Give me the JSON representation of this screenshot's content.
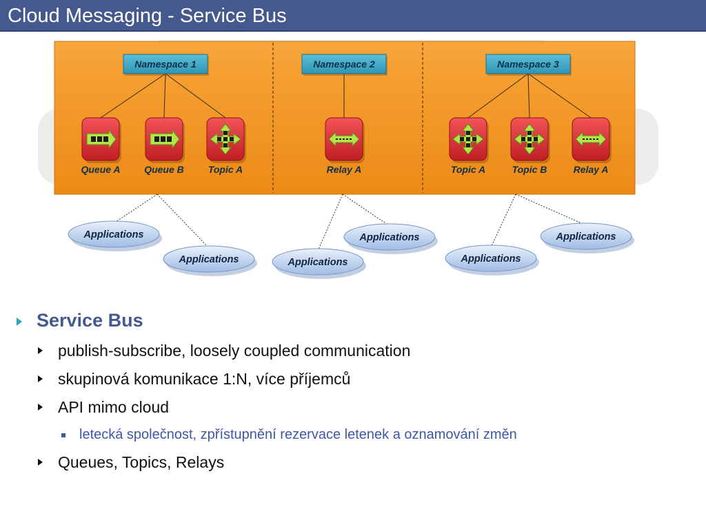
{
  "slide": {
    "title": "Cloud Messaging - Service Bus"
  },
  "diagram": {
    "namespaces": [
      {
        "label": "Namespace 1",
        "entities": [
          {
            "label": "Queue A",
            "kind": "queue"
          },
          {
            "label": "Queue B",
            "kind": "queue"
          },
          {
            "label": "Topic A",
            "kind": "topic"
          }
        ]
      },
      {
        "label": "Namespace 2",
        "entities": [
          {
            "label": "Relay A",
            "kind": "relay"
          }
        ]
      },
      {
        "label": "Namespace 3",
        "entities": [
          {
            "label": "Topic A",
            "kind": "topic"
          },
          {
            "label": "Topic B",
            "kind": "topic"
          },
          {
            "label": "Relay A",
            "kind": "relay"
          }
        ]
      }
    ],
    "applications_label": "Applications",
    "colors": {
      "panel": "#f5951f",
      "namespace": "#3ea8c6",
      "entity": "#d9262b",
      "app": "#a8c3e6"
    }
  },
  "bullets": {
    "main": "Service Bus",
    "items": [
      "publish-subscribe, loosely coupled communication",
      "skupinová komunikace 1:N, více příjemců",
      "API mimo cloud"
    ],
    "sub": "letecká společnost, zpřístupnění rezervace letenek a oznamování změn",
    "last": "Queues, Topics, Relays"
  }
}
